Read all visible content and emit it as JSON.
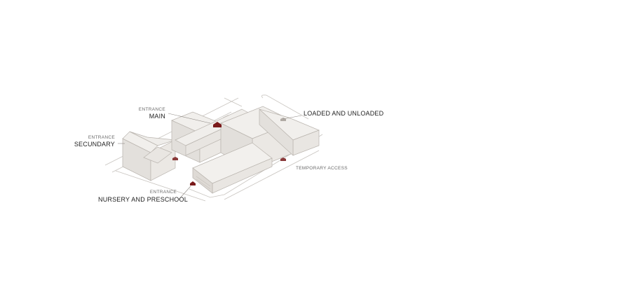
{
  "labels": {
    "main_small": "ENTRANCE",
    "main_big": "MAIN",
    "secondary_small": "ENTRANCE",
    "secondary_big": "SECUNDARY",
    "nursery_small": "ENTRANCE",
    "nursery_big": "NURSERY AND PRESCHOOL",
    "loaded": "LOADED AND UNLOADED",
    "temporary": "TEMPORARY ACCESS"
  },
  "colors": {
    "building_top": "#efedea",
    "building_side_light": "#e6e3df",
    "building_side_dark": "#d9d5d0",
    "edge": "#b9b4ae",
    "road": "#c8c4bf",
    "marker": "#7a1a1a"
  },
  "icons": {
    "entrance_marker": "house-marker-icon"
  }
}
